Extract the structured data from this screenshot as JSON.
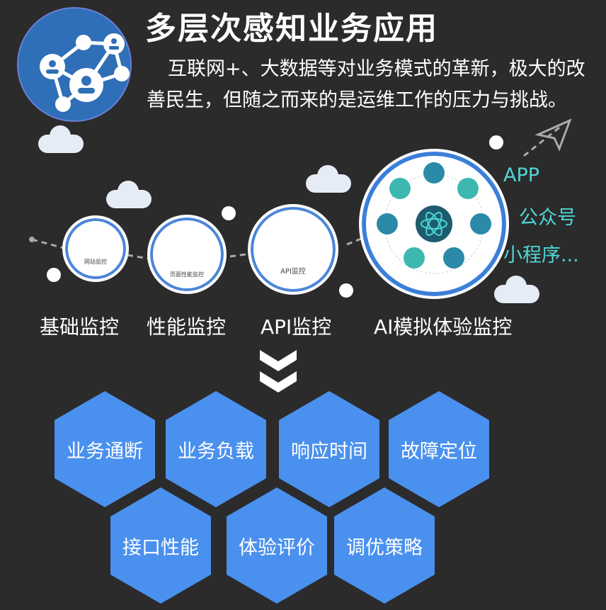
{
  "header": {
    "title": "多层次感知业务应用",
    "description": "互联网+、大数据等对业务模式的革新，极大的改善民生，但随之而来的是运维工作的压力与挑战。"
  },
  "logo_icon": "people-network-icon",
  "monitors": [
    {
      "label": "基础监控",
      "inner_label": "网站监控"
    },
    {
      "label": "性能监控",
      "inner_label": "页面性能监控"
    },
    {
      "label": "API监控",
      "inner_label": "API监控"
    },
    {
      "label": "AI模拟体验监控"
    }
  ],
  "channels": [
    "APP",
    "公众号",
    "小程序..."
  ],
  "capabilities": [
    "业务通断",
    "业务负载",
    "响应时间",
    "故障定位",
    "接口性能",
    "体验评价",
    "调优策略"
  ],
  "colors": {
    "background": "#2b2b2b",
    "hex": "#4a90ee",
    "accent": "#4fd6d8",
    "ring": "#4a86d8"
  }
}
